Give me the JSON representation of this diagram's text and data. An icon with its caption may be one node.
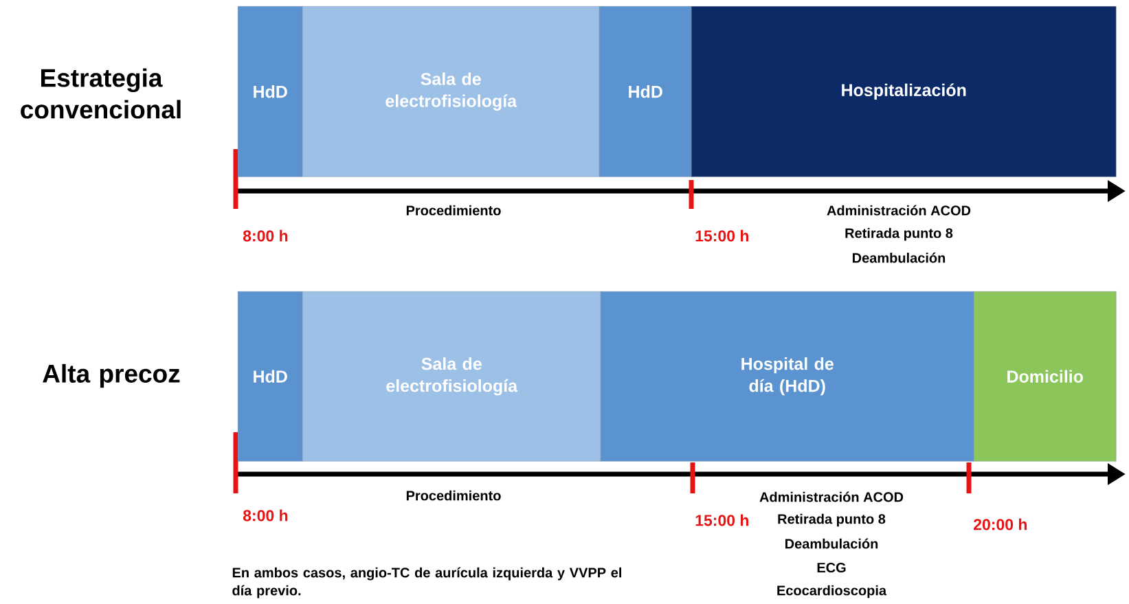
{
  "diagram": {
    "nodes": [
      {
        "text": [
          "HdD"
        ]
      },
      {
        "text": [
          "Sala de electrofisiología"
        ]
      },
      {
        "text": [
          "HdD"
        ]
      },
      {
        "text": [
          "Hospitalización"
        ]
      },
      {
        "text": [
          "HdD"
        ]
      },
      {
        "text": [
          "Sala de electrofisiología"
        ]
      },
      {
        "text": [
          "Hospital de día (HdD)"
        ]
      },
      {
        "text": [
          "Domicilio"
        ]
      }
    ],
    "labels": [
      "Estrategia convencional",
      "Procedimiento",
      "8:00 h",
      "15:00 h",
      "Administración ACOD",
      "Retirada punto 8",
      "Deambulación",
      "Alta precoz",
      "Procedimiento",
      "8:00 h",
      "15:00 h",
      "Administración ACOD",
      "20:00 h",
      "Retirada punto 8",
      "Deambulación",
      "ECG",
      "Ecocardioscopia",
      "En ambos casos, angio-TC  de aurícula izquierda y VVPP el día previo."
    ]
  }
}
